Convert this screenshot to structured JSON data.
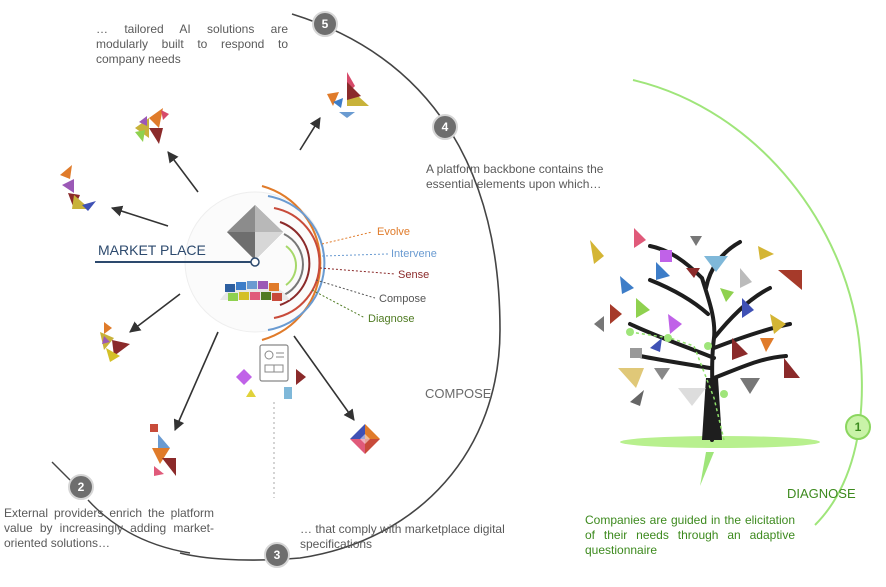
{
  "steps": [
    {
      "number": "1",
      "text": "Companies are guided in the elicitation of their needs through an adaptive questionnaire"
    },
    {
      "number": "2",
      "text": "External providers enrich the platform value by increasingly adding market-oriented solutions…"
    },
    {
      "number": "3",
      "text": "… that comply with marketplace digital specifications"
    },
    {
      "number": "4",
      "text": "A platform backbone contains the essential elements upon which…"
    },
    {
      "number": "5",
      "text": "… tailored AI solutions are modularly built to respond to company needs"
    }
  ],
  "phases": {
    "compose": "COMPOSE",
    "diagnose": "DIAGNOSE"
  },
  "marketplace": {
    "label": "MARKET PLACE"
  },
  "layers": [
    {
      "label": "Evolve",
      "color": "#e07b2a"
    },
    {
      "label": "Intervene",
      "color": "#6a9bd1"
    },
    {
      "label": "Sense",
      "color": "#8b2a2a"
    },
    {
      "label": "Compose",
      "color": "#555555"
    },
    {
      "label": "Diagnose",
      "color": "#4f7b22"
    }
  ],
  "colors": {
    "diagnose_green": "#8fe06a",
    "diagnose_text": "#3d8a1e",
    "marketplace_navy": "#2d4a6e",
    "badge_gray": "#6e6e6e"
  }
}
